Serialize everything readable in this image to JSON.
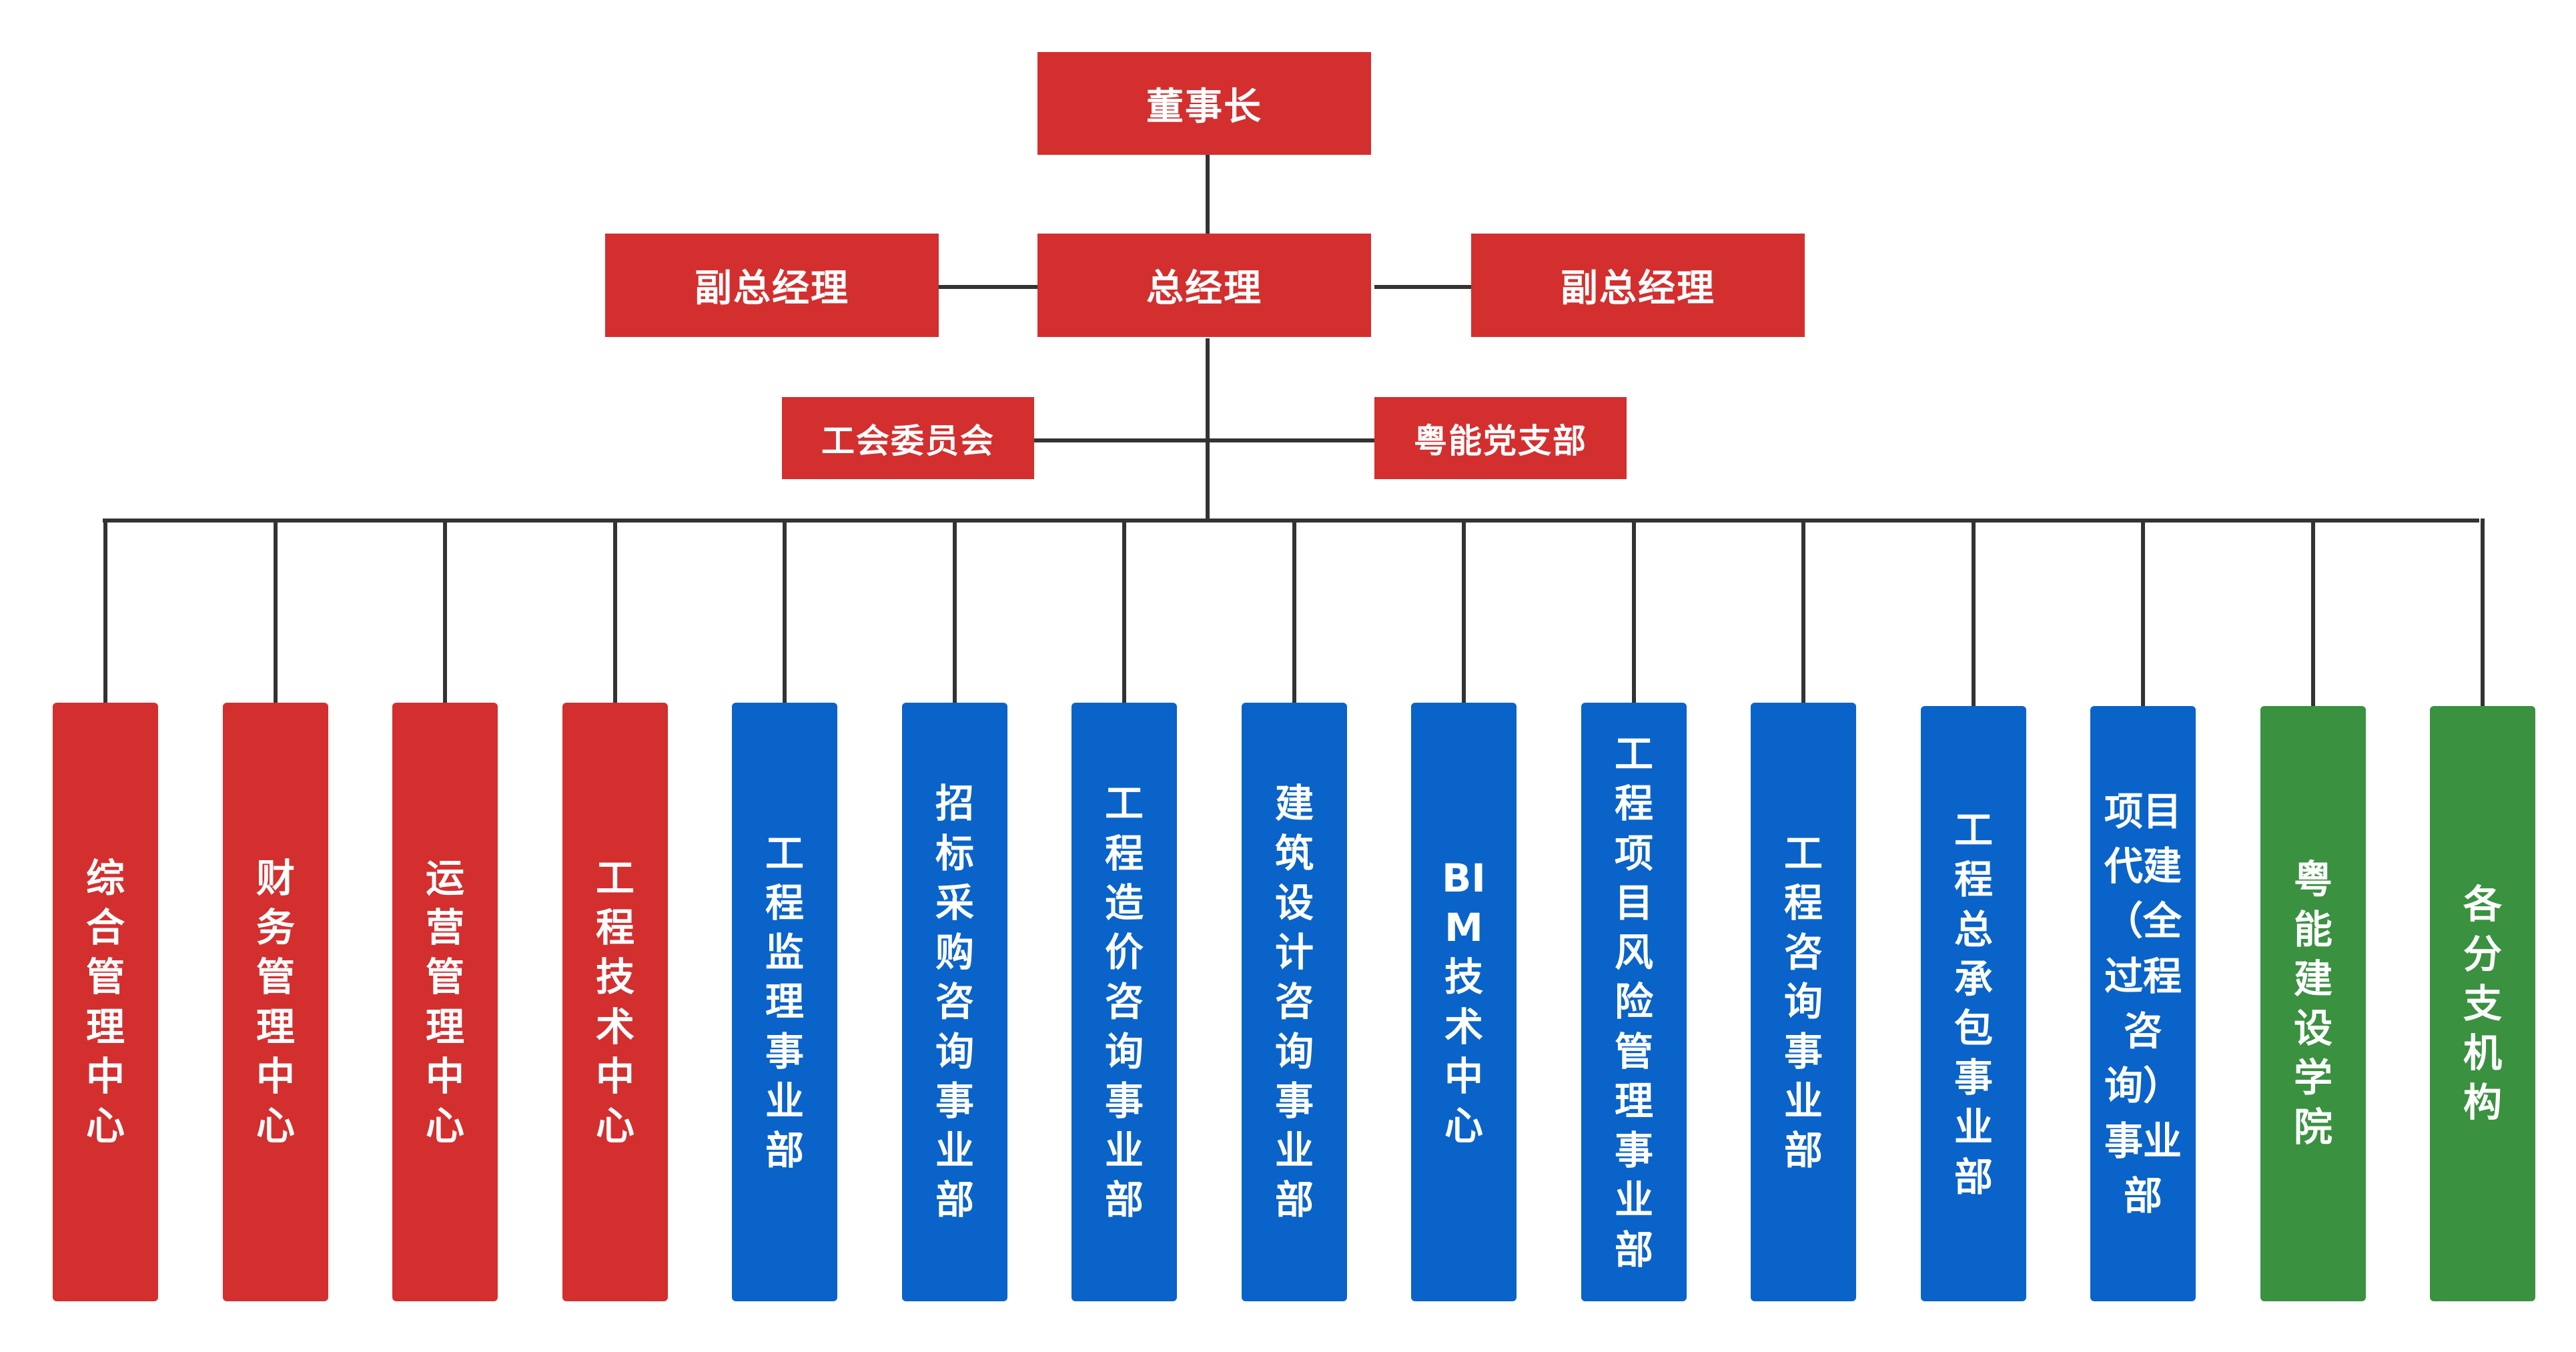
{
  "colors": {
    "red": "#d32f2f",
    "blue": "#0a63c9",
    "green": "#3a9140",
    "line": "#333333"
  },
  "top": {
    "chairman": "董事长",
    "general_manager": "总经理",
    "deputy_left": "副总经理",
    "deputy_right": "副总经理",
    "union": "工会委员会",
    "party": "粤能党支部"
  },
  "departments": [
    {
      "label": "综合管理中心",
      "color": "red"
    },
    {
      "label": "财务管理中心",
      "color": "red"
    },
    {
      "label": "运营管理中心",
      "color": "red"
    },
    {
      "label": "工程技术中心",
      "color": "red"
    },
    {
      "label": "工程监理事业部",
      "color": "blue"
    },
    {
      "label": "招标采购咨询事业部",
      "color": "blue"
    },
    {
      "label": "工程造价咨询事业部",
      "color": "blue"
    },
    {
      "label": "建筑设计咨询事业部",
      "color": "blue"
    },
    {
      "label": "BIM技术中心",
      "color": "blue"
    },
    {
      "label": "工程项目风险管理事业部",
      "color": "blue"
    },
    {
      "label": "工程咨询事业部",
      "color": "blue"
    },
    {
      "label": "工程总承包事业部",
      "color": "blue"
    },
    {
      "label": "项目代建（全过程咨询）事业部",
      "color": "blue"
    },
    {
      "label": "粤能建设学院",
      "color": "green"
    },
    {
      "label": "各分支机构",
      "color": "green"
    }
  ]
}
